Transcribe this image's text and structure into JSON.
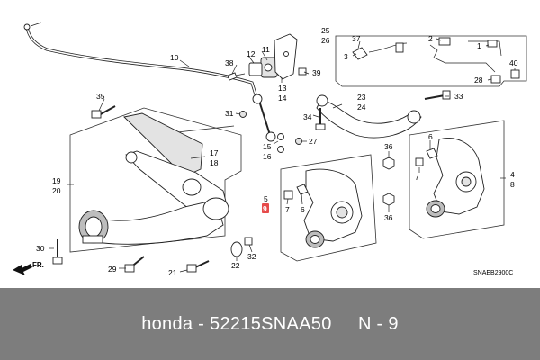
{
  "diagram": {
    "labels": {
      "c1": "1",
      "c2": "2",
      "c3": "3",
      "c4": "4",
      "c5": "5",
      "c6": "6",
      "c6b": "6",
      "c7": "7",
      "c7b": "7",
      "c8": "8",
      "c9": "9",
      "c10": "10",
      "c11": "11",
      "c12": "12",
      "c13": "13",
      "c14": "14",
      "c15": "15",
      "c16": "16",
      "c17": "17",
      "c18": "18",
      "c19": "19",
      "c20": "20",
      "c21": "21",
      "c22": "22",
      "c23": "23",
      "c24": "24",
      "c25": "25",
      "c26": "26",
      "c27": "27",
      "c28": "28",
      "c29": "29",
      "c30": "30",
      "c31": "31",
      "c32": "32",
      "c33": "33",
      "c34": "34",
      "c35": "35",
      "c36": "36",
      "c36b": "36",
      "c37": "37",
      "c38": "38",
      "c39": "39",
      "c40": "40"
    },
    "front_arrow": "FR.",
    "catalog_code": "SNAEB2900C",
    "highlight_color": "#e64b4b"
  },
  "footer": {
    "brand": "honda",
    "part_number": "52215SNAA50",
    "ref": "N - 9",
    "sep": " - ",
    "gap": "     "
  }
}
